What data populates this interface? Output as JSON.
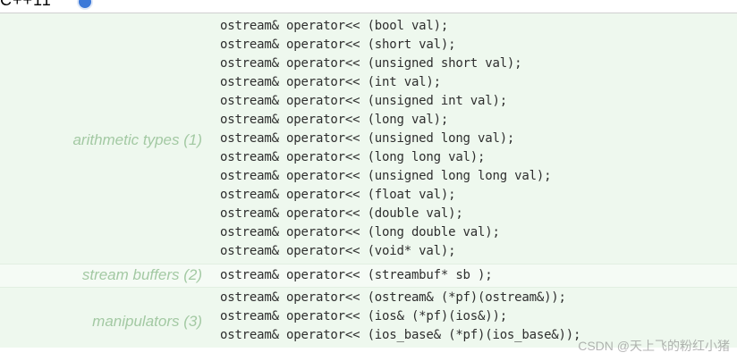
{
  "header": {
    "language_label": "C++11"
  },
  "overloads": [
    {
      "label": "arithmetic types (1)",
      "lines": [
        "ostream& operator<< (bool val);",
        "ostream& operator<< (short val);",
        "ostream& operator<< (unsigned short val);",
        "ostream& operator<< (int val);",
        "ostream& operator<< (unsigned int val);",
        "ostream& operator<< (long val);",
        "ostream& operator<< (unsigned long val);",
        "ostream& operator<< (long long val);",
        "ostream& operator<< (unsigned long long val);",
        "ostream& operator<< (float val);",
        "ostream& operator<< (double val);",
        "ostream& operator<< (long double val);",
        "ostream& operator<< (void* val);"
      ]
    },
    {
      "label": "stream buffers (2)",
      "lines": [
        "ostream& operator<< (streambuf* sb );"
      ]
    },
    {
      "label": "manipulators (3)",
      "lines": [
        "ostream& operator<< (ostream& (*pf)(ostream&));",
        "ostream& operator<< (ios& (*pf)(ios&));",
        "ostream& operator<< (ios_base& (*pf)(ios_base&));"
      ]
    }
  ],
  "watermark": "CSDN @天上飞的粉红小猪",
  "colors": {
    "table_background": "#eef8ee",
    "label_text": "#a3c9a3",
    "code_text": "#2e2e2e",
    "badge": "#3b78d8"
  }
}
